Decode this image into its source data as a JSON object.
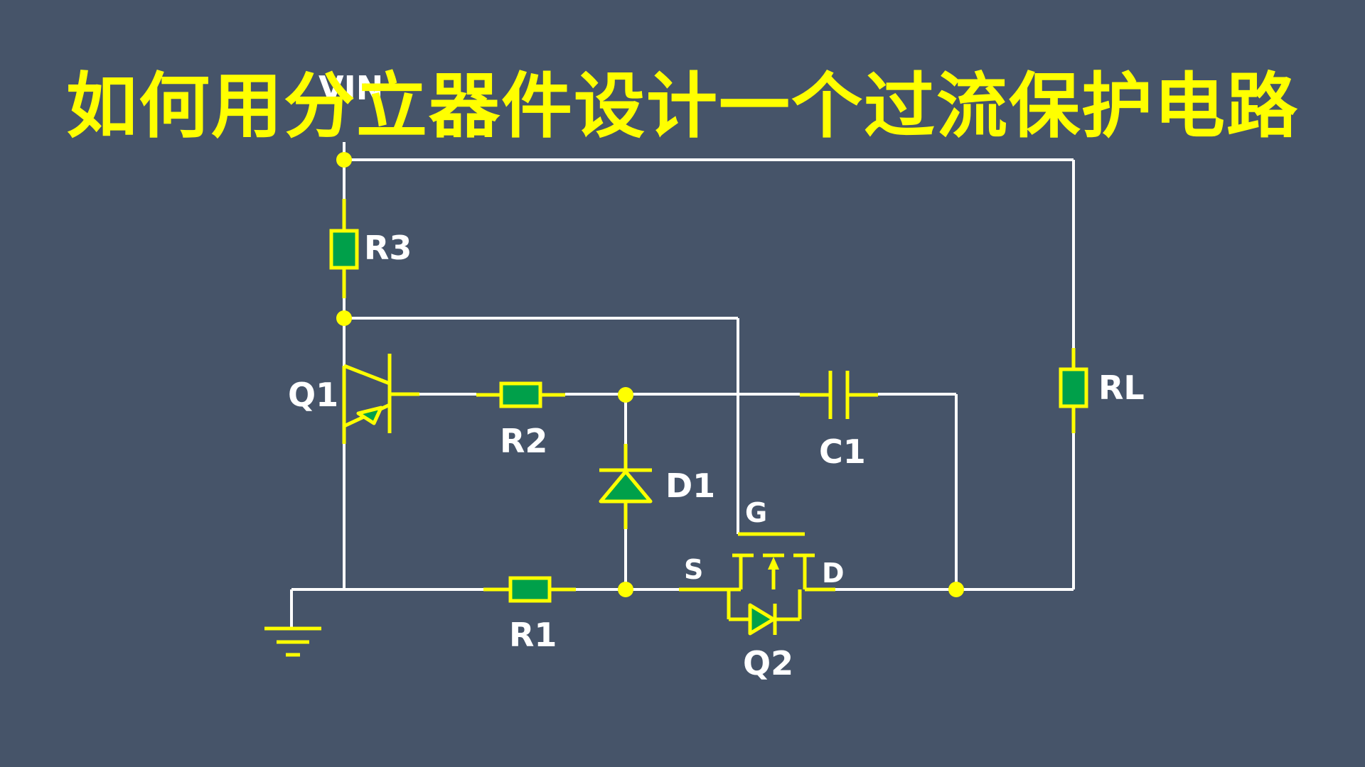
{
  "title": "如何用分立器件设计一个过流保护电路",
  "colors": {
    "background": "#465469",
    "wire": "#ffffff",
    "component": "#ffff00",
    "resistor_fill": "#00a04a"
  },
  "labels": {
    "vin": "VIN",
    "r3": "R3",
    "q1": "Q1",
    "r2": "R2",
    "d1": "D1",
    "c1": "C1",
    "rl": "RL",
    "g": "G",
    "s": "S",
    "d": "D",
    "r1": "R1",
    "q2": "Q2"
  }
}
